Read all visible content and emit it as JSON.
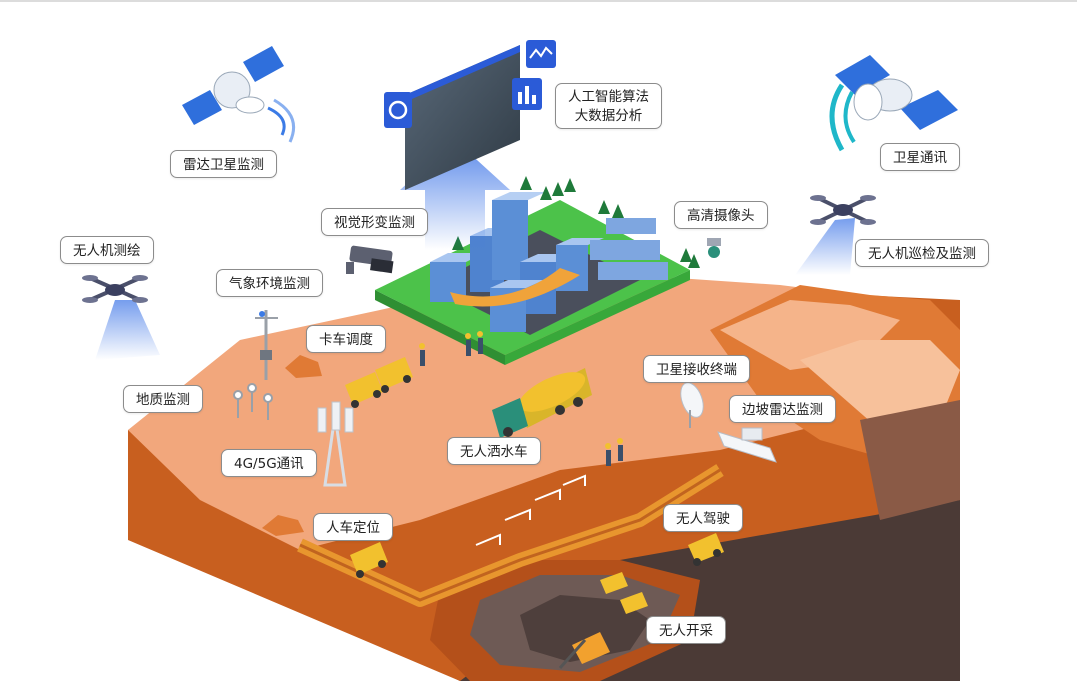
{
  "labels": {
    "radar_satellite": "雷达卫星监测",
    "ai_bigdata_line1": "人工智能算法",
    "ai_bigdata_line2": "大数据分析",
    "satellite_comm": "卫星通讯",
    "visual_deformation": "视觉形变监测",
    "hd_camera": "高清摄像头",
    "drone_mapping": "无人机测绘",
    "drone_patrol": "无人机巡检及监测",
    "weather_monitoring": "气象环境监测",
    "truck_dispatch": "卡车调度",
    "geology_monitoring": "地质监测",
    "satellite_terminal": "卫星接收终端",
    "slope_radar": "边坡雷达监测",
    "network_4g5g": "4G/5G通讯",
    "sprinkler_truck": "无人洒水车",
    "autonomous_driving": "无人驾驶",
    "personnel_vehicle_positioning": "人车定位",
    "unmanned_mining": "无人开采"
  },
  "colors": {
    "terrain_top": "#f2a77c",
    "terrain_side": "#c25a1a",
    "terrain_dark": "#5a4540",
    "grass": "#4cc24a",
    "building": "#5b8fd6",
    "truck_yellow": "#f2c12e",
    "beam": "#3b73e6"
  }
}
